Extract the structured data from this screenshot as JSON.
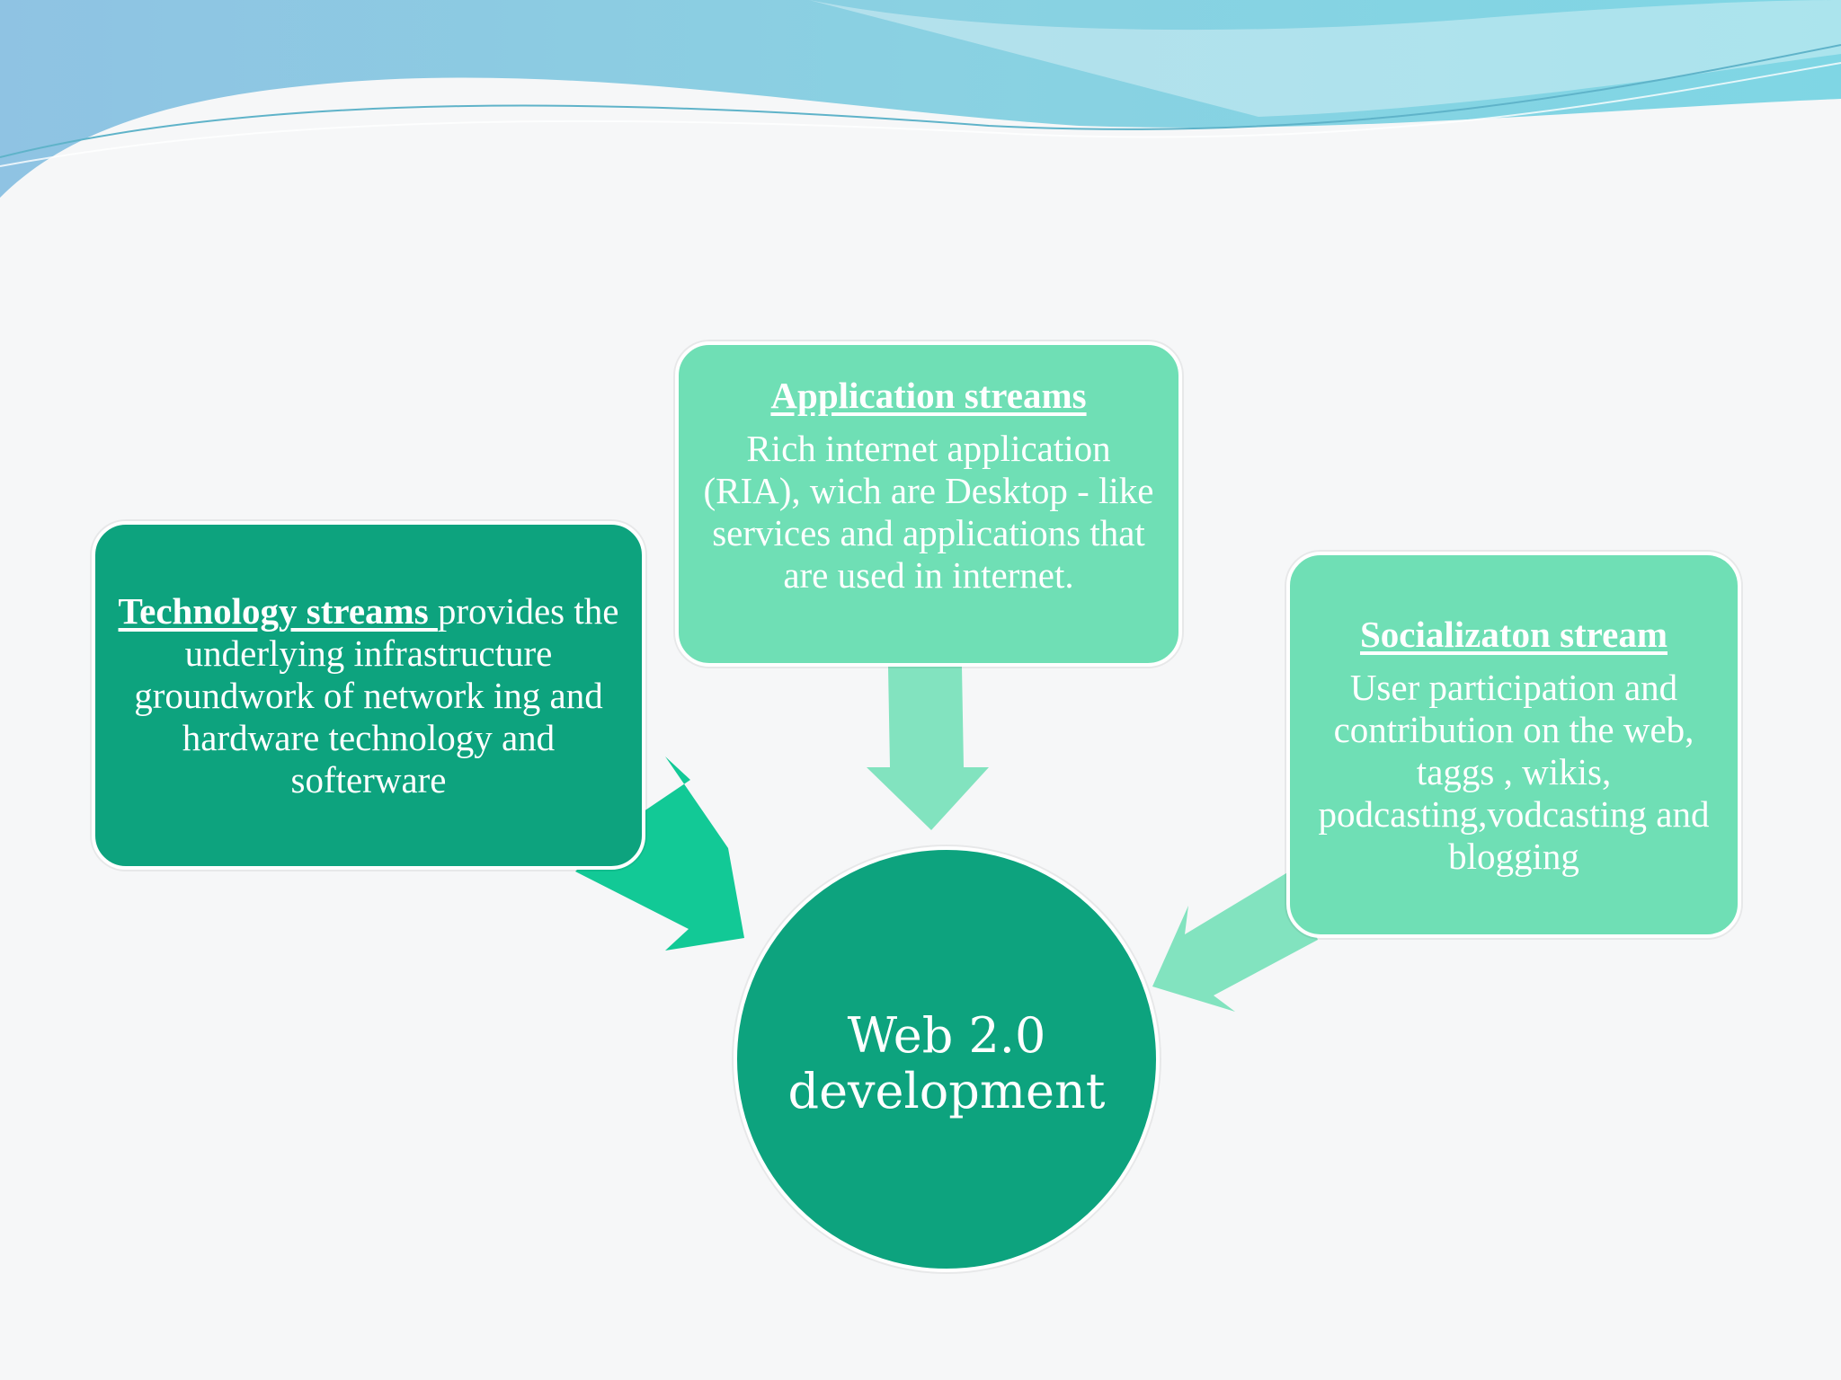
{
  "colors": {
    "dark_green": "#0da37e",
    "light_green": "#6fdfb5",
    "arrow_dark": "#12c996",
    "arrow_light": "#82e3bf",
    "wave_blue": "#86c6e0"
  },
  "diagram": {
    "center": {
      "label": "Web 2.0\ndevelopment"
    },
    "technology": {
      "title": "Technology streams ",
      "text": "provides the underlying infrastructure groundwork of network ing and hardware technology and softerware"
    },
    "application": {
      "title": "Application streams",
      "text": "Rich internet application (RIA), wich are Desktop - like services and applications that are used in internet."
    },
    "socialization": {
      "title": "Socializaton stream",
      "text": "User participation and contribution on the web, taggs , wikis, podcasting,vodcasting and blogging"
    }
  }
}
